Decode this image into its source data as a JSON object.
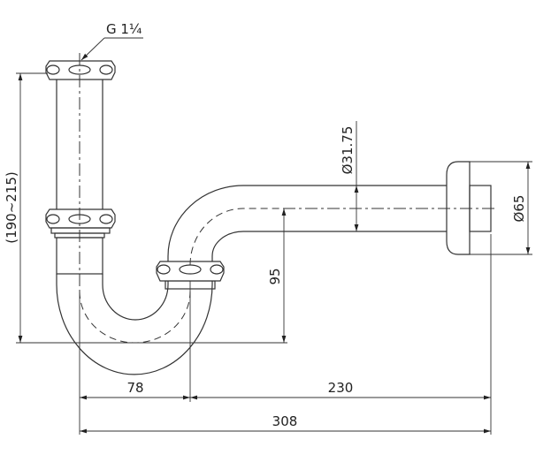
{
  "drawing": {
    "thread_label": "G 1¼",
    "dimensions": {
      "height_range": "(190~215)",
      "pipe_diameter": "Ø31.75",
      "flange_diameter": "Ø65",
      "trap_height": "95",
      "trap_width": "78",
      "wall_distance": "230",
      "overall_length": "308"
    }
  }
}
